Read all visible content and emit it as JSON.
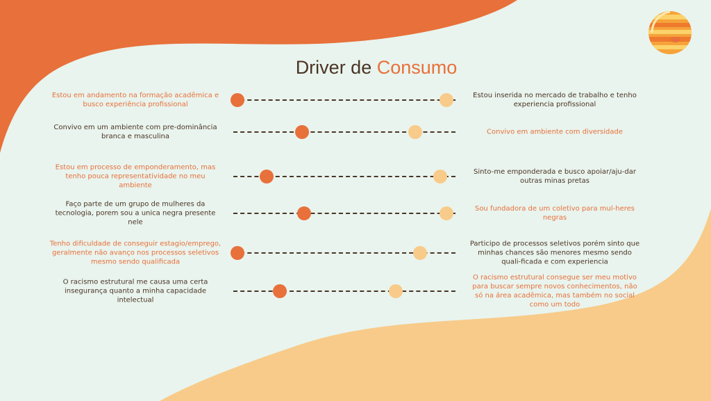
{
  "title": {
    "part1": "Driver de",
    "part2": "Consumo"
  },
  "colors": {
    "orange": "#e8703a",
    "peach": "#f8cb8a",
    "brown": "#4a3425",
    "background": "#e9f4ee"
  },
  "icons": {
    "logo": "planet-icon"
  },
  "rows": [
    {
      "left_text": "Estou em andamento na formação acadêmica e busco experiência profissional",
      "right_text": "Estou inserida no mercado de trabalho e tenho experiencia profissional",
      "left_color": "#e8703a",
      "right_color": "#4a3425",
      "current_position": 0.02,
      "goal_position": 0.96
    },
    {
      "left_text": "Convivo em um ambiente com pre-dominância branca e masculina",
      "right_text": "Convivo em ambiente com diversidade",
      "left_color": "#4a3425",
      "right_color": "#e8703a",
      "current_position": 0.31,
      "goal_position": 0.82
    },
    {
      "left_text": "Estou em processo de emponderamento, mas tenho pouca representatividade no meu ambiente",
      "right_text": "Sinto-me emponderada e busco apoiar/aju-dar outras minas pretas",
      "left_color": "#e8703a",
      "right_color": "#4a3425",
      "current_position": 0.15,
      "goal_position": 0.93
    },
    {
      "left_text": "Faço parte de um grupo de mulheres da tecnologia, porem sou a unica negra presente nele",
      "right_text": "Sou fundadora de um coletivo para mul-heres negras",
      "left_color": "#4a3425",
      "right_color": "#e8703a",
      "current_position": 0.32,
      "goal_position": 0.96
    },
    {
      "left_text": "Tenho dificuldade de conseguir estagio/emprego, geralmente não avanço nos processos seletivos mesmo sendo qualificada",
      "right_text": "Participo de processos seletivos porém sinto que minhas chances são menores mesmo sendo quali-ficada e com experiencia",
      "left_color": "#e8703a",
      "right_color": "#4a3425",
      "current_position": 0.02,
      "goal_position": 0.84
    },
    {
      "left_text": "O racismo estrutural me causa uma certa insegurança quanto a minha capacidade intelectual",
      "right_text": "O racismo estrutural consegue ser meu motivo para buscar sempre novos conhecimentos, não só na área acadêmica, mas também no social como um todo",
      "left_color": "#4a3425",
      "right_color": "#e8703a",
      "current_position": 0.21,
      "goal_position": 0.73
    }
  ]
}
